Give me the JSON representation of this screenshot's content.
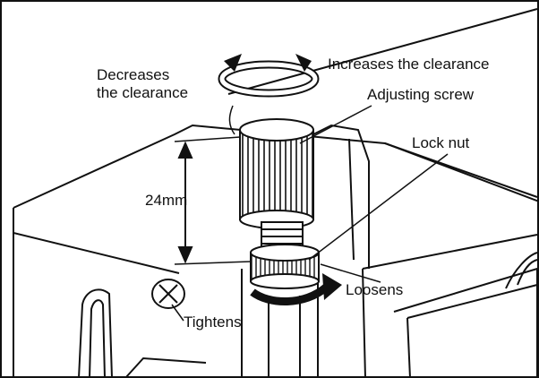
{
  "labels": {
    "decreases": "Decreases\nthe clearance",
    "increases": "Increases the clearance",
    "adjusting_screw": "Adjusting screw",
    "lock_nut": "Lock nut",
    "dimension": "24mm",
    "loosens": "Loosens",
    "tightens": "Tightens"
  },
  "colors": {
    "ink": "#111111",
    "paper": "#ffffff",
    "shade": "#e8e8e8"
  }
}
